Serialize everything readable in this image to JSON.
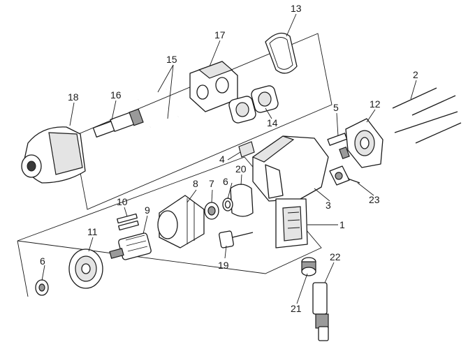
{
  "callouts": {
    "c1": "1",
    "c2": "2",
    "c3": "3",
    "c4": "4",
    "c5": "5",
    "c6a": "6",
    "c6b": "6",
    "c7": "7",
    "c8": "8",
    "c9": "9",
    "c10": "10",
    "c11": "11",
    "c12": "12",
    "c13": "13",
    "c14": "14",
    "c15": "15",
    "c16": "16",
    "c17": "17",
    "c18": "18",
    "c19": "19",
    "c20": "20",
    "c21": "21",
    "c22": "22",
    "c23": "23"
  },
  "colors": {
    "line": "#1a1a1a",
    "shade": "#9a9a9a",
    "background": "#ffffff"
  }
}
